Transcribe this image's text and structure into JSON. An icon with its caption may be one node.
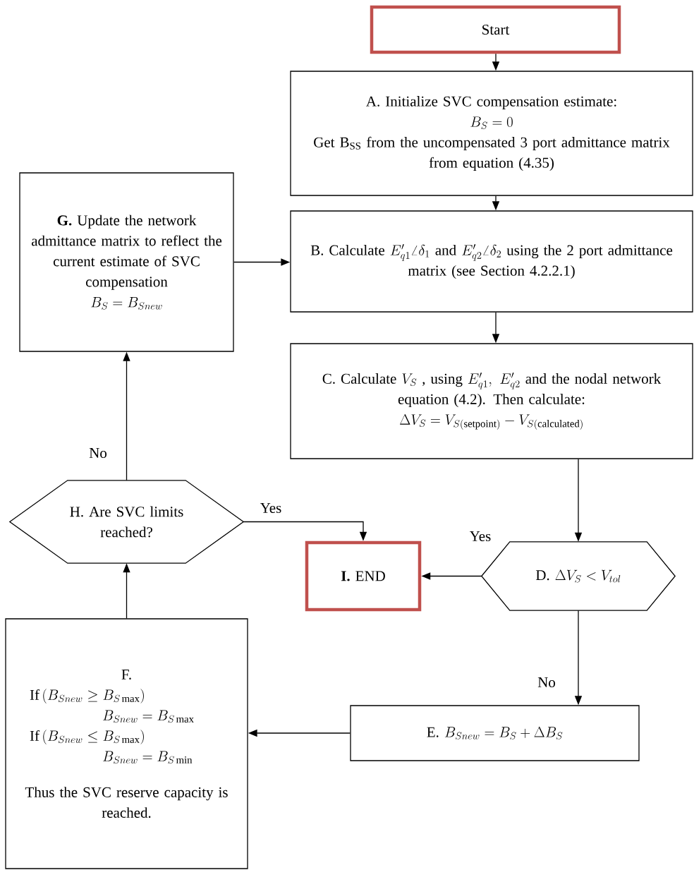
{
  "diagram": {
    "nodes": [
      {
        "text": [
          "Start"
        ]
      },
      {
        "text": [
          "A. Initialize SVC compensation estimate:",
          "B_S = 0",
          "Get B$_{SS}$ from the uncompensated 3 port admittance matrix from equation (4.35)"
        ]
      },
      {
        "text": [
          "B. Calculate",
          "E'_{q1}\\angle\\delta_1",
          "and",
          "E'_{q2}\\angle\\delta_2",
          "using the 2 port admittance matrix (see Section 4.2.2.1)"
        ]
      },
      {
        "text": [
          "C. Calculate",
          "V_S",
          ", using",
          "E'_{q1},\\ E'_{q2}",
          "and the nodal network equation (4.2). Then calculate:",
          "\\Delta V_S = V_{S(\\mathrm{setpoint})} - V_{S(\\mathrm{calculated})}"
        ]
      },
      {
        "text": [
          "D.",
          "\\Delta V_S < V_{tol}"
        ]
      },
      {
        "text": [
          "E.",
          "B_{Snew} = B_S + \\Delta B_S"
        ]
      },
      {
        "text": [
          "F.",
          "\\mathrm{If}\\left(B_{Snew} \\geq B_{S\\max}\\right)",
          "B_{Snew} = B_{S\\max}",
          "\\mathrm{If}\\left( B_{Snew} \\leq B_{S\\max} \\right)",
          "B_{Snew} = B_{S\\min}",
          "Thus the SVC reserve capacity is reached."
        ]
      },
      {
        "text": [
          "**G.** Update the network admittance matrix to reflect the current estimate of SVC compensation",
          "B_S = B_{Snew}"
        ]
      },
      {
        "text": [
          "H. Are SVC limits reached?"
        ]
      },
      {
        "text": [
          "**I.** END"
        ]
      }
    ],
    "edges": [
      {
        "from": 0,
        "to": 1,
        "arrow": "to"
      },
      {
        "from": 1,
        "to": 2,
        "arrow": "to"
      },
      {
        "from": 2,
        "to": 3,
        "arrow": "to"
      },
      {
        "from": 3,
        "to": 4,
        "arrow": "to"
      },
      {
        "from": 4,
        "to": 9,
        "arrow": "to",
        "label": "Yes"
      },
      {
        "from": 4,
        "to": 5,
        "arrow": "to",
        "label": "No"
      },
      {
        "from": 5,
        "to": 6,
        "arrow": "to"
      },
      {
        "from": 6,
        "to": 8,
        "arrow": "to"
      },
      {
        "from": 8,
        "to": 9,
        "arrow": "to",
        "label": "Yes"
      },
      {
        "from": 8,
        "to": 7,
        "arrow": "to",
        "label": "No"
      },
      {
        "from": 7,
        "to": 2,
        "arrow": "to"
      }
    ]
  }
}
